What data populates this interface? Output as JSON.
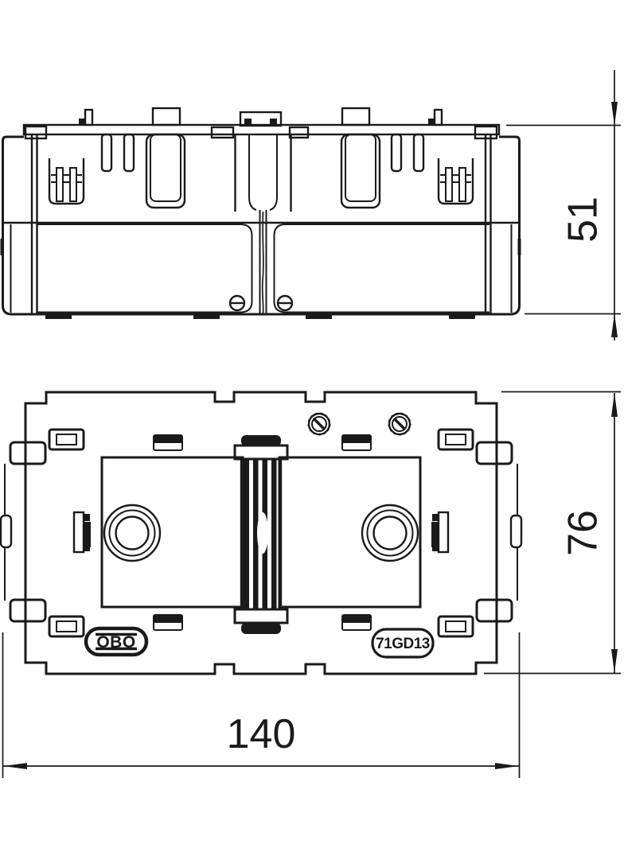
{
  "colors": {
    "ink": "#1a1a1a",
    "paper": "#ffffff"
  },
  "dimensions": {
    "side_height": "51",
    "plan_height": "76",
    "plan_width": "140"
  },
  "labels": {
    "brand_logo": "OBO",
    "part_number": "71GD13"
  }
}
